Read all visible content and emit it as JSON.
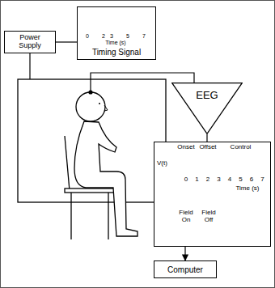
{
  "diagram": {
    "nodes": [
      {
        "text": [
          "Power Supply"
        ]
      },
      {
        "text": [
          "Timing Signal"
        ]
      },
      {
        "text": [
          "EEG"
        ]
      },
      {
        "text": [
          "V(t)"
        ]
      },
      {
        "text": [
          "Computer"
        ]
      }
    ],
    "edges": [
      {
        "from": 1,
        "to": 0,
        "arrow": "none"
      },
      {
        "from": 2,
        "to": 3,
        "arrow": "none"
      },
      {
        "from": 3,
        "to": 4,
        "arrow": "to"
      }
    ],
    "labels": [
      "0",
      "2",
      "3",
      "5",
      "7",
      "Time (s)",
      "Onset",
      "Offset",
      "Control",
      "0",
      "1",
      "2",
      "3",
      "4",
      "5",
      "6",
      "7",
      "Time (s)",
      "Field On",
      "Field Off"
    ]
  }
}
